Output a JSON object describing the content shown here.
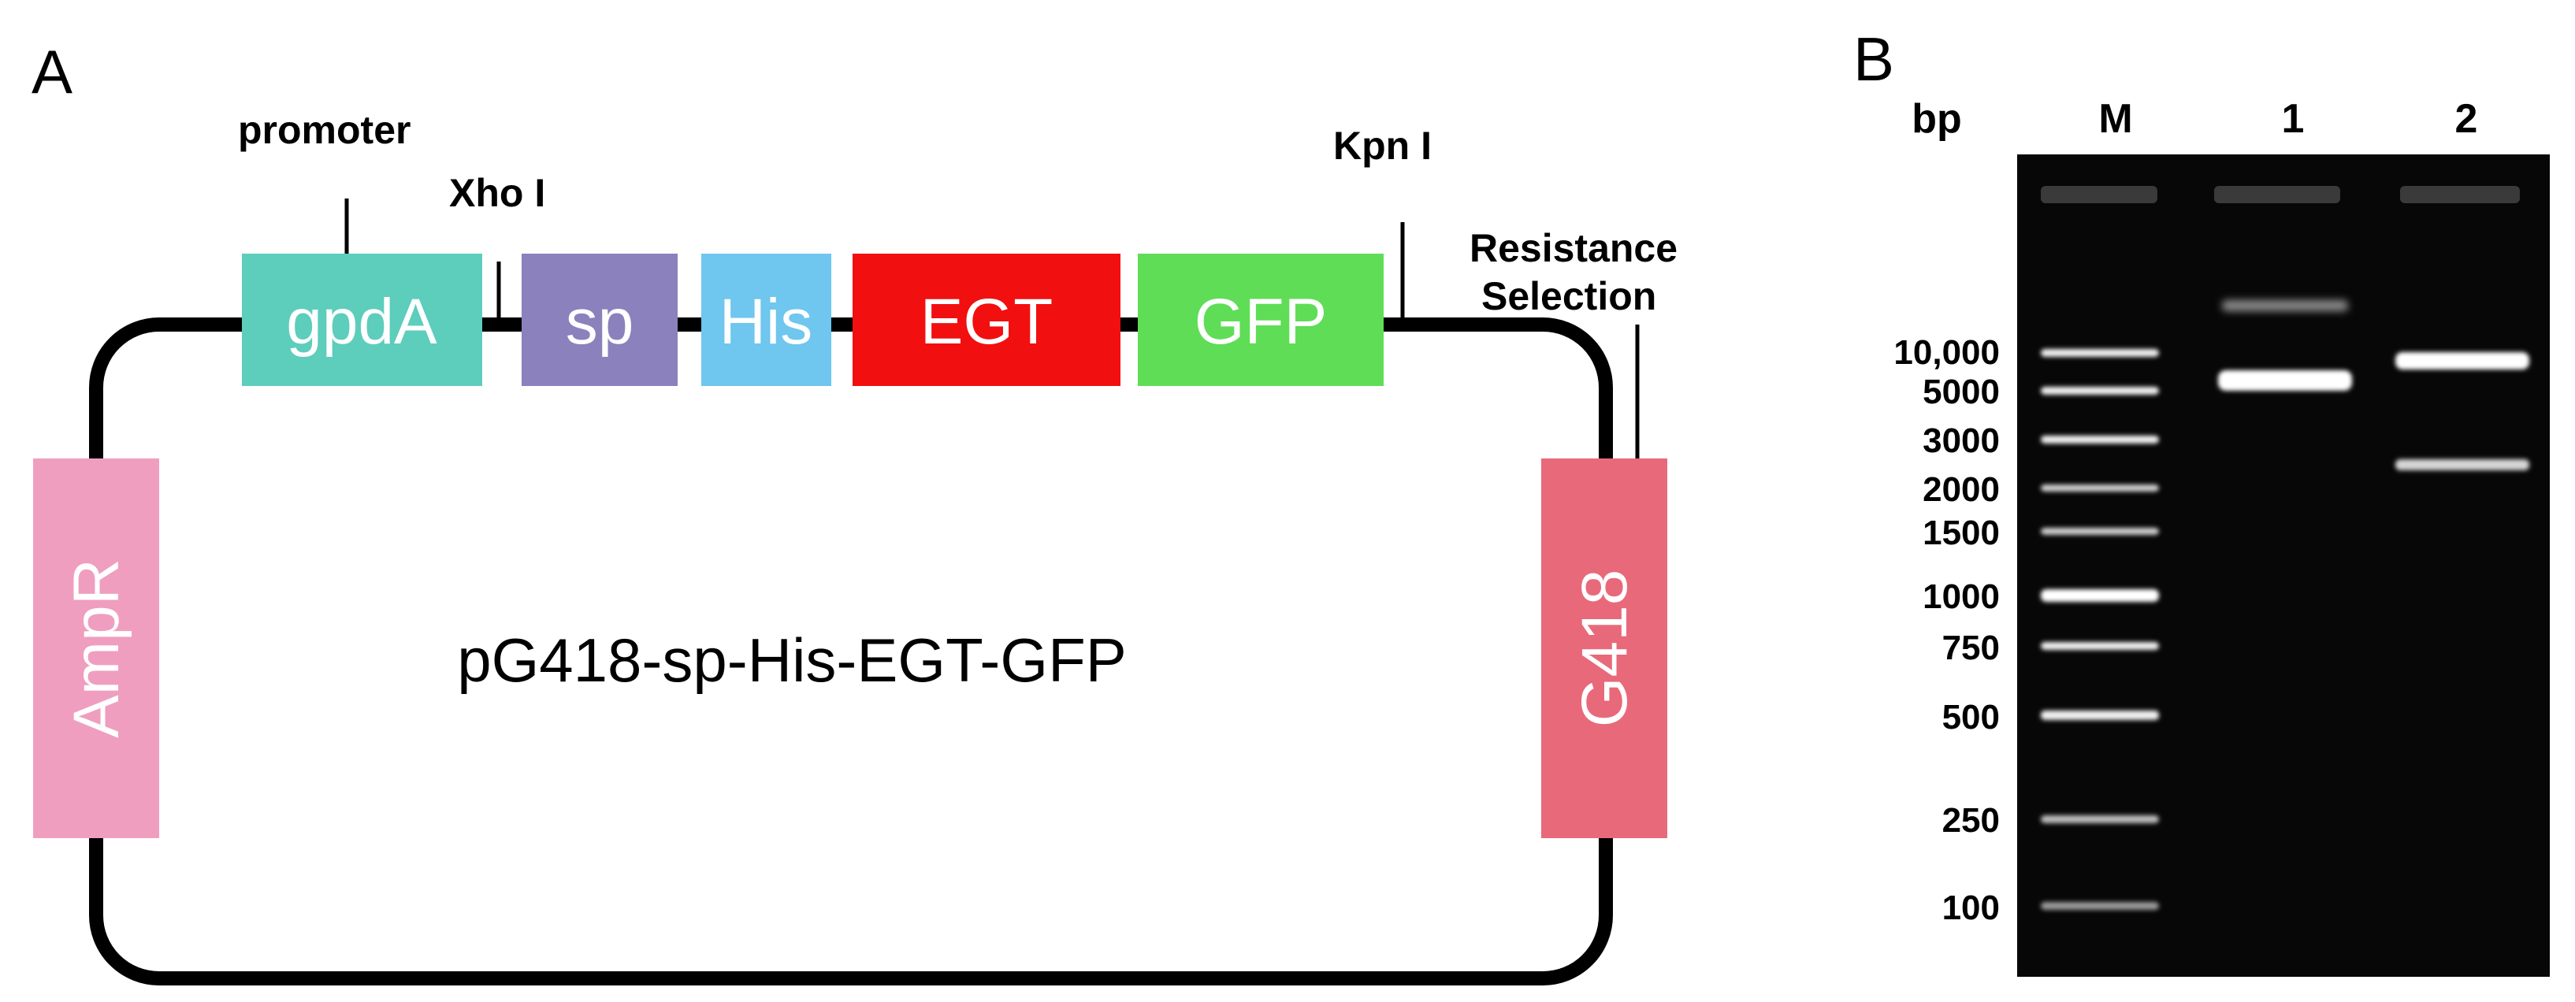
{
  "panel_a": {
    "letter": "A",
    "plasmid_name": "pG418-sp-His-EGT-GFP",
    "labels": {
      "promoter": "promoter",
      "xho": "Xho I",
      "kpn": "Kpn I",
      "resistance_line1": "Resistance",
      "resistance_line2": "Selection"
    },
    "elements": [
      {
        "label": "gpdA",
        "color": "#5dcdbc"
      },
      {
        "label": "sp",
        "color": "#8b81bd"
      },
      {
        "label": "His",
        "color": "#6fc6ee"
      },
      {
        "label": "EGT",
        "color": "#f20f0f"
      },
      {
        "label": "GFP",
        "color": "#5fdd57"
      },
      {
        "label": "AmpR",
        "color": "#ef9ec0"
      },
      {
        "label": "G418",
        "color": "#e8697a"
      }
    ]
  },
  "panel_b": {
    "letter": "B",
    "unit_label": "bp",
    "lanes": [
      "M",
      "1",
      "2"
    ],
    "ladder_bp": [
      "10,000",
      "5000",
      "3000",
      "2000",
      "1500",
      "1000",
      "750",
      "500",
      "250",
      "100"
    ]
  }
}
